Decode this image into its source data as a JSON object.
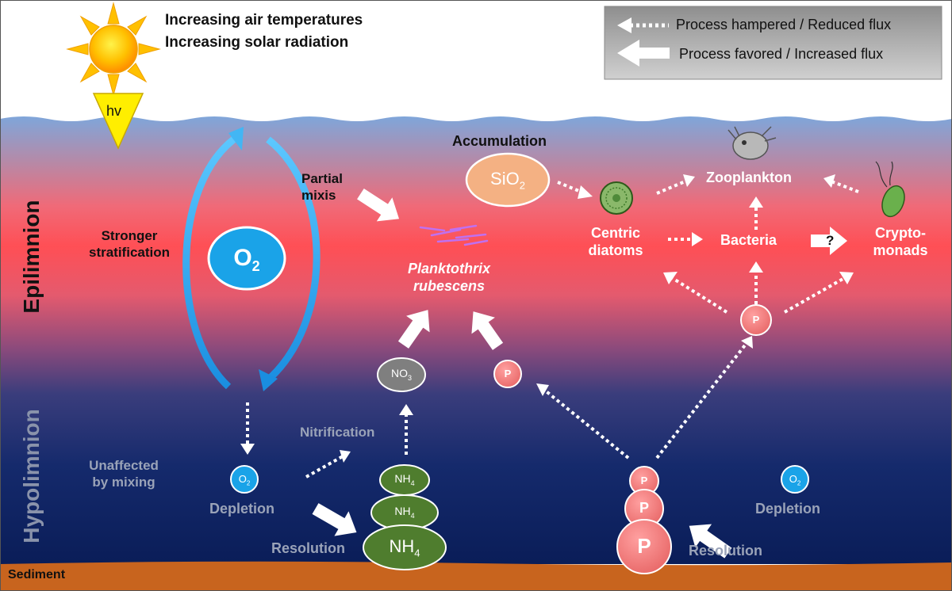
{
  "header": {
    "line1": "Increasing air temperatures",
    "line2": "Increasing solar radiation",
    "hv": "hv"
  },
  "legend": {
    "hampered": "Process hampered / Reduced flux",
    "favored": "Process favored / Increased flux"
  },
  "layers": {
    "epilimnion": "Epilimnion",
    "hypolimnion": "Hypolimnion",
    "sediment": "Sediment"
  },
  "labels": {
    "stronger_stratification": [
      "Stronger",
      "stratification"
    ],
    "partial_mixis": [
      "Partial",
      "mixis"
    ],
    "accumulation": "Accumulation",
    "planktothrix": [
      "Planktothrix",
      "rubescens"
    ],
    "centric_diatoms": [
      "Centric",
      "diatoms"
    ],
    "zooplankton": "Zooplankton",
    "bacteria": "Bacteria",
    "cryptomonads": [
      "Crypto-",
      "monads"
    ],
    "question_mark": "?",
    "unaffected": [
      "Unaffected",
      "by mixing"
    ],
    "nitrification": "Nitrification",
    "depletion_left": "Depletion",
    "depletion_right": "Depletion",
    "resolution_left": "Resolution",
    "resolution_right": "Resolution"
  },
  "chemicals": {
    "o2_main": {
      "base": "O",
      "sub": "2"
    },
    "o2_small_left": {
      "base": "O",
      "sub": "2"
    },
    "o2_small_right": {
      "base": "O",
      "sub": "2"
    },
    "sio2": {
      "base": "SiO",
      "sub": "2"
    },
    "no3": {
      "base": "NO",
      "sub": "3"
    },
    "nh4_top": {
      "base": "NH",
      "sub": "4"
    },
    "nh4_mid": {
      "base": "NH",
      "sub": "4"
    },
    "nh4_big": {
      "base": "NH",
      "sub": "4"
    },
    "p_epi": "P",
    "p_mid": "P",
    "p_stack_top": "P",
    "p_stack_mid": "P",
    "p_stack_big": "P"
  },
  "colors": {
    "sky": "#ffffff",
    "water_top": "#6f9ed6",
    "epilimnion_red": "#ff5a5a",
    "hypolimnion_dark": "#0b1f5c",
    "sediment": "#c8641e",
    "o2_blue": "#1aa3e8",
    "nh4_green": "#4f7d2e",
    "p_salmon": "#f08080",
    "sio2_peach": "#f4b183",
    "no3_grey": "#7f7f7f",
    "legend_bg": "#a6a6a6"
  }
}
